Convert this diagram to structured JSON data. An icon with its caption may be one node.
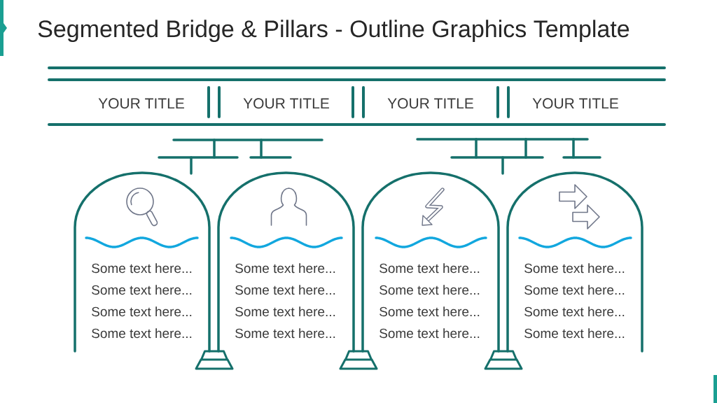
{
  "diagram": {
    "title": "Segmented Bridge & Pillars - Outline Graphics Template",
    "nodes": [
      {
        "text": [
          "YOUR TITLE"
        ]
      },
      {
        "text": [
          "YOUR TITLE"
        ]
      },
      {
        "text": [
          "YOUR TITLE"
        ]
      },
      {
        "text": [
          "YOUR TITLE"
        ]
      },
      {
        "text": [
          "Some text here...",
          "Some text here...",
          "Some text here...",
          "Some text here..."
        ]
      },
      {
        "text": [
          "Some text here...",
          "Some text here...",
          "Some text here...",
          "Some text here..."
        ]
      },
      {
        "text": [
          "Some text here...",
          "Some text here...",
          "Some text here...",
          "Some text here..."
        ]
      },
      {
        "text": [
          "Some text here...",
          "Some text here...",
          "Some text here...",
          "Some text here..."
        ]
      }
    ]
  }
}
